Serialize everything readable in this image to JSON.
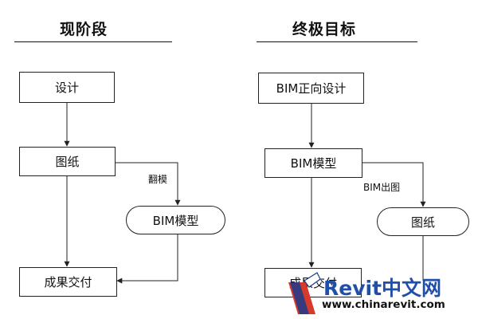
{
  "left_panel": {
    "heading": "现阶段",
    "nodes": {
      "design": "设计",
      "drawings": "图纸",
      "bim_model": "BIM模型",
      "deliverable": "成果交付"
    },
    "edge_labels": {
      "remodel": "翻模"
    }
  },
  "right_panel": {
    "heading": "终极目标",
    "nodes": {
      "bim_forward_design": "BIM正向设计",
      "bim_model": "BIM模型",
      "drawings": "图纸",
      "deliverable": "成果交付"
    },
    "edge_labels": {
      "bim_drawing_output": "BIM出图"
    }
  },
  "watermark": {
    "brand": "Revit中文网",
    "url": "www.chinarevit.com",
    "colors": {
      "brand_blue": "#1f4fa8",
      "logo_red": "#d63a2a",
      "logo_blue": "#1b3c8c"
    }
  }
}
